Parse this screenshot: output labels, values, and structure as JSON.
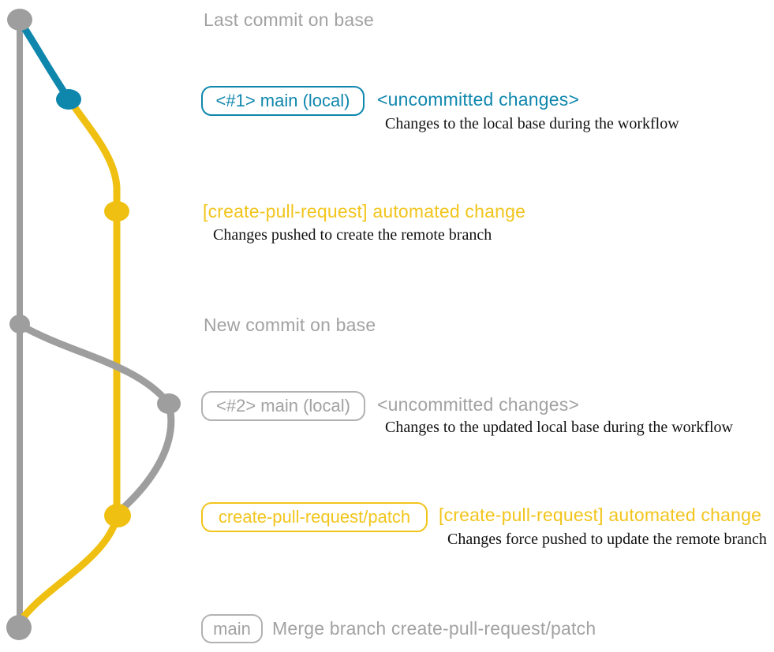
{
  "colors": {
    "line_gray": "#9E9E9E",
    "text_gray": "#A2A2A2",
    "gray_border": "#B2B2B2",
    "blue": "#0F87AD",
    "yellow": "#EFC011",
    "yellow_label": "#F2C51D",
    "ink": "#121212"
  },
  "captions": {
    "last_commit": "Last commit on base",
    "new_commit": "New commit on base",
    "merge_commit": "Merge branch create-pull-request/patch"
  },
  "rows": {
    "row1": {
      "pill": "<#1> main (local)",
      "status": "<uncommitted changes>",
      "note": "Changes to the local base during the workflow"
    },
    "row2": {
      "label": "[create-pull-request] automated change",
      "note": "Changes pushed to create the remote branch"
    },
    "row3": {
      "pill": "<#2> main (local)",
      "status": "<uncommitted changes>",
      "note": "Changes to the updated local base during the workflow"
    },
    "row4": {
      "pill": "create-pull-request/patch",
      "label": "[create-pull-request] automated change",
      "note": "Changes force pushed to update the remote branch"
    },
    "row5": {
      "pill": "main"
    }
  },
  "graph": {
    "branches": [
      {
        "name": "base",
        "color": "#9E9E9E"
      },
      {
        "name": "main (local)",
        "color": "#0F87AD"
      },
      {
        "name": "create-pull-request/patch",
        "color": "#EFC011"
      }
    ],
    "commits": [
      {
        "id": "base-1",
        "branch": "base",
        "label": "Last commit on base"
      },
      {
        "id": "local-1",
        "branch": "main (local)",
        "label": "<#1> main (local) <uncommitted changes>"
      },
      {
        "id": "pr-1",
        "branch": "create-pull-request/patch",
        "label": "[create-pull-request] automated change"
      },
      {
        "id": "base-2",
        "branch": "base",
        "label": "New commit on base"
      },
      {
        "id": "local-2",
        "branch": "main (local)",
        "label": "<#2> main (local) <uncommitted changes>"
      },
      {
        "id": "pr-2",
        "branch": "create-pull-request/patch",
        "label": "[create-pull-request] automated change"
      },
      {
        "id": "merge",
        "branch": "base",
        "label": "Merge branch create-pull-request/patch"
      }
    ]
  }
}
